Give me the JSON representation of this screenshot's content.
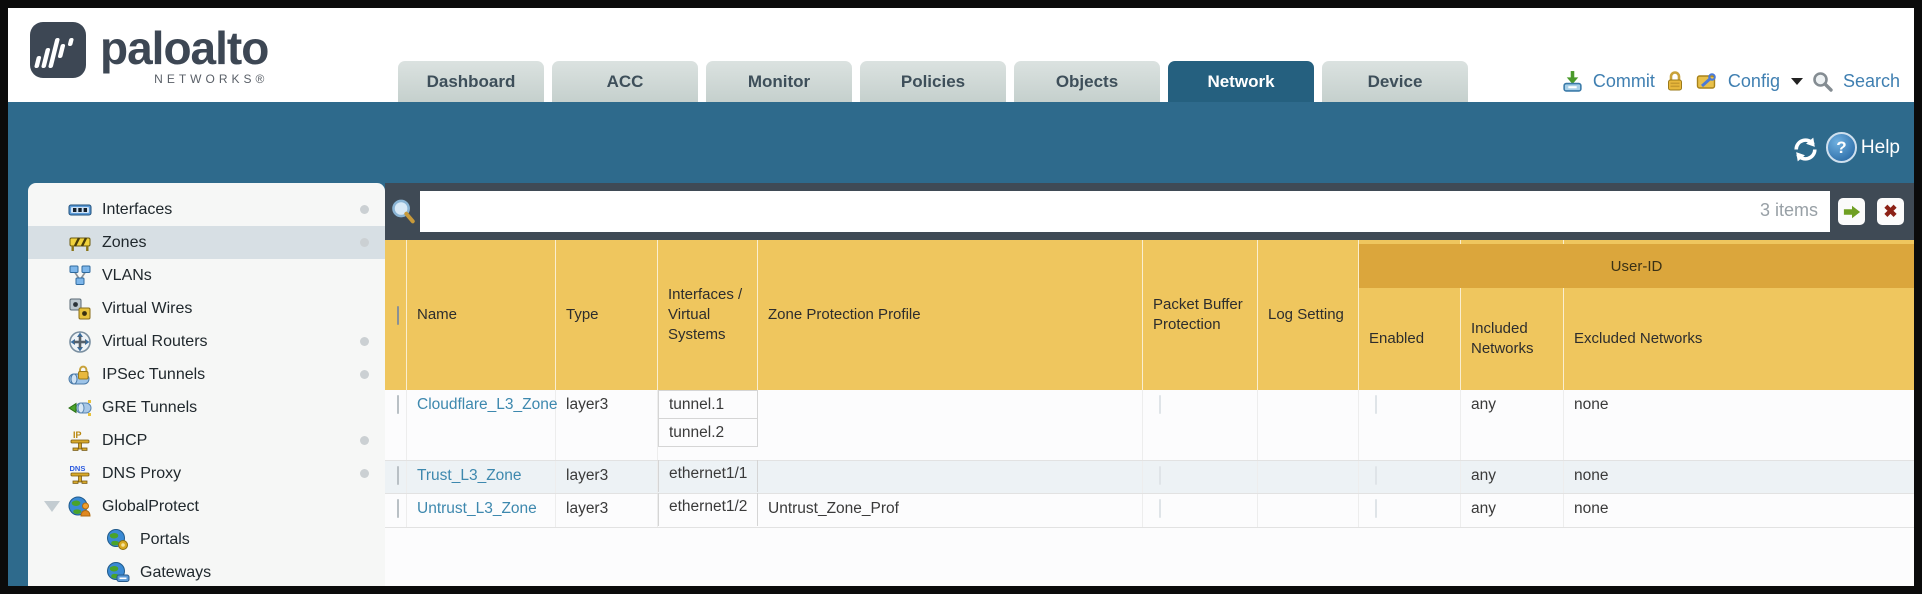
{
  "colors": {
    "teal": "#2e6a8c",
    "active_tab": "#25607f",
    "slate": "#3f4a55",
    "gold_header": "#efc65e",
    "gold_dark": "#dba63c",
    "link": "#3d88ae",
    "utility_link": "#3f7fb1",
    "sidebar_selected": "#d7dfe4"
  },
  "brand": {
    "logo_word": "paloalto",
    "logo_sub": "NETWORKS®"
  },
  "tabs": [
    {
      "label": "Dashboard",
      "active": false
    },
    {
      "label": "ACC",
      "active": false
    },
    {
      "label": "Monitor",
      "active": false
    },
    {
      "label": "Policies",
      "active": false
    },
    {
      "label": "Objects",
      "active": false
    },
    {
      "label": "Network",
      "active": true
    },
    {
      "label": "Device",
      "active": false
    }
  ],
  "utility": {
    "commit": "Commit",
    "config": "Config",
    "search": "Search"
  },
  "band": {
    "help": "Help"
  },
  "sidebar": {
    "items": [
      {
        "label": "Interfaces",
        "icon": "interfaces-icon",
        "dot": true,
        "selected": false,
        "child": false
      },
      {
        "label": "Zones",
        "icon": "zones-icon",
        "dot": true,
        "selected": true,
        "child": false
      },
      {
        "label": "VLANs",
        "icon": "vlans-icon",
        "dot": false,
        "selected": false,
        "child": false
      },
      {
        "label": "Virtual Wires",
        "icon": "virtual-wires-icon",
        "dot": false,
        "selected": false,
        "child": false
      },
      {
        "label": "Virtual Routers",
        "icon": "virtual-routers-icon",
        "dot": true,
        "selected": false,
        "child": false
      },
      {
        "label": "IPSec Tunnels",
        "icon": "ipsec-tunnels-icon",
        "dot": true,
        "selected": false,
        "child": false
      },
      {
        "label": "GRE Tunnels",
        "icon": "gre-tunnels-icon",
        "dot": false,
        "selected": false,
        "child": false
      },
      {
        "label": "DHCP",
        "icon": "dhcp-icon",
        "dot": true,
        "selected": false,
        "child": false
      },
      {
        "label": "DNS Proxy",
        "icon": "dns-proxy-icon",
        "dot": true,
        "selected": false,
        "child": false
      },
      {
        "label": "GlobalProtect",
        "icon": "globalprotect-icon",
        "dot": false,
        "selected": false,
        "child": false,
        "expanded": true
      },
      {
        "label": "Portals",
        "icon": "portals-icon",
        "dot": false,
        "selected": false,
        "child": true
      },
      {
        "label": "Gateways",
        "icon": "gateways-icon",
        "dot": false,
        "selected": false,
        "child": true
      }
    ]
  },
  "toolbar": {
    "items_count": "3 items"
  },
  "table": {
    "group_header": "User-ID",
    "columns": [
      "Name",
      "Type",
      "Interfaces / Virtual Systems",
      "Zone Protection Profile",
      "Packet Buffer Protection",
      "Log Setting",
      "Enabled",
      "Included Networks",
      "Excluded Networks"
    ],
    "rows": [
      {
        "name": "Cloudflare_L3_Zone",
        "type": "layer3",
        "interfaces": [
          "tunnel.1",
          "tunnel.2"
        ],
        "zone_protection_profile": "",
        "packet_buffer_protection": false,
        "log_setting": "",
        "user_id_enabled": false,
        "included_networks": "any",
        "excluded_networks": "none"
      },
      {
        "name": "Trust_L3_Zone",
        "type": "layer3",
        "interfaces": [
          "ethernet1/1"
        ],
        "zone_protection_profile": "",
        "packet_buffer_protection": false,
        "log_setting": "",
        "user_id_enabled": false,
        "included_networks": "any",
        "excluded_networks": "none"
      },
      {
        "name": "Untrust_L3_Zone",
        "type": "layer3",
        "interfaces": [
          "ethernet1/2"
        ],
        "zone_protection_profile": "Untrust_Zone_Prof",
        "packet_buffer_protection": false,
        "log_setting": "",
        "user_id_enabled": false,
        "included_networks": "any",
        "excluded_networks": "none"
      }
    ]
  }
}
